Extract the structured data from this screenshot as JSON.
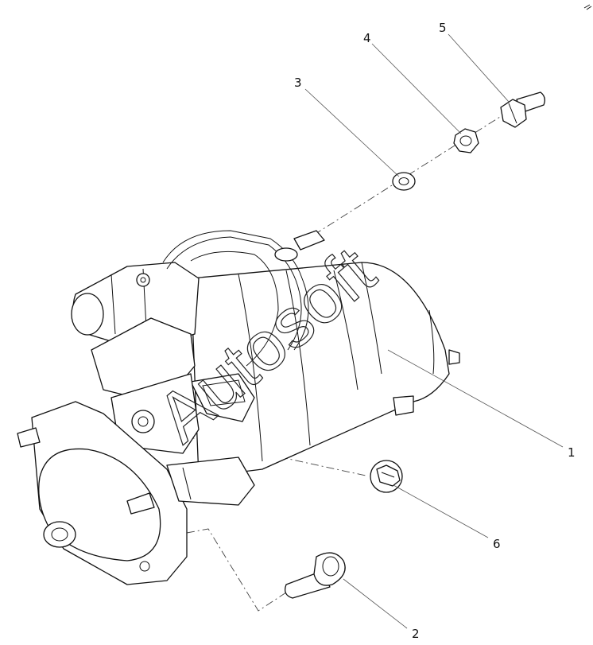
{
  "callouts": [
    {
      "id": "1",
      "label": "1"
    },
    {
      "id": "2",
      "label": "2"
    },
    {
      "id": "3",
      "label": "3"
    },
    {
      "id": "4",
      "label": "4"
    },
    {
      "id": "5",
      "label": "5"
    },
    {
      "id": "6",
      "label": "6"
    }
  ],
  "watermark": "Autosoft",
  "colors": {
    "line": "#111111",
    "background": "#ffffff"
  }
}
